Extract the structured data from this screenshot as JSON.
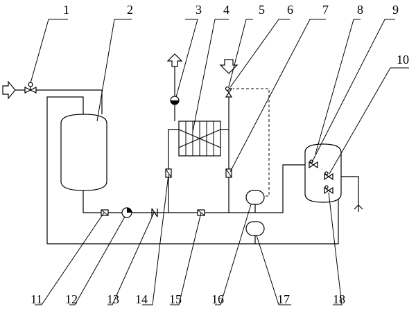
{
  "labels": {
    "n1": "1",
    "n2": "2",
    "n3": "3",
    "n4": "4",
    "n5": "5",
    "n6": "6",
    "n7": "7",
    "n8": "8",
    "n9": "9",
    "n10": "10",
    "n11": "11",
    "n12": "12",
    "n13": "13",
    "n14": "14",
    "n15": "15",
    "n16": "16",
    "n17": "17",
    "n18": "18"
  }
}
